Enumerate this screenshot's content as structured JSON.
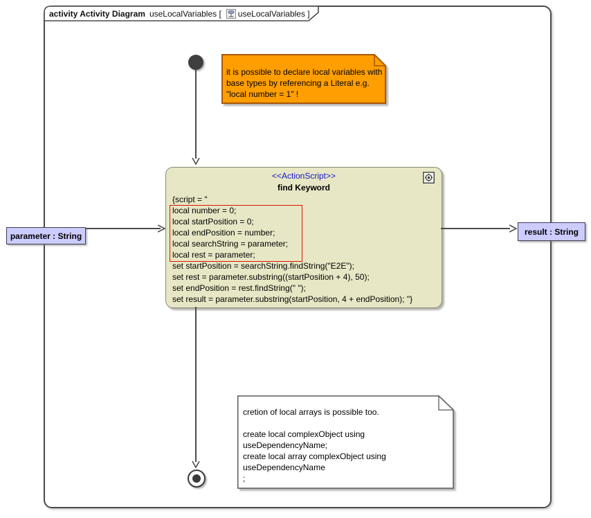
{
  "frame": {
    "title_keyword": "activity Activity Diagram",
    "title_name": "useLocalVariables [",
    "title_suffix": "useLocalVariables ]"
  },
  "notes": {
    "local_variables": "it is possible to declare local variables with\nbase types by referencing a Literal e.g.\n\"local number = 1\" !",
    "local_arrays": "cretion of local arrays is possible too.\n\ncreate local complexObject using\nuseDependencyName;\ncreate local array complexObject using\nuseDependencyName\n;"
  },
  "action": {
    "stereotype": "<<ActionScript>>",
    "name": "find Keyword",
    "script": "{script = \"\nlocal number = 0;\nlocal startPosition = 0;\nlocal endPosition = number;\nlocal searchString = parameter;\nlocal rest = parameter;\nset startPosition = searchString.findString(\"E2E\");\nset rest = parameter.substring((startPosition + 4), 50);\nset endPosition = rest.findString(\" \");\nset result = parameter.substring(startPosition, 4 + endPosition); \"}"
  },
  "parameters": {
    "input": "parameter : String",
    "output": "result : String"
  },
  "icons": {
    "frame_title_icon": "activity-diagram-icon",
    "action_icon": "gear-behavior-icon"
  },
  "colors": {
    "note_fill": "#FF9E00",
    "note_border": "#A85600",
    "action_fill": "#E7E7C5",
    "action_border": "#8A8A78",
    "pin_label_fill": "#CCCCFF",
    "stereotype_text": "#1414CC",
    "highlight_border": "#E01000",
    "edge": "#4C4C4C"
  }
}
